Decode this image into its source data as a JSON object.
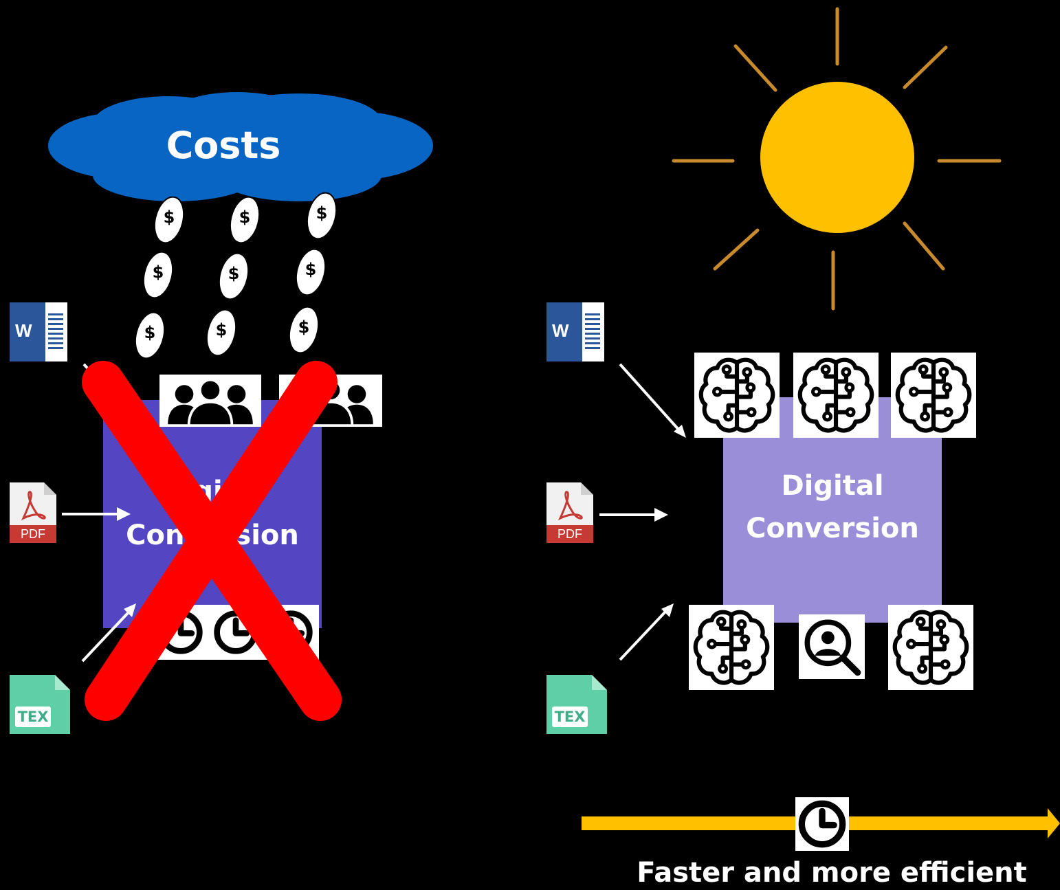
{
  "left_panel": {
    "cloud_label": "Costs",
    "coin_symbol": "$",
    "box_text_line1": "Digital",
    "box_text_line2": "Conversion",
    "box_color": "#5446c3",
    "cloud_color": "#0865c4",
    "cross_color": "#ff0000"
  },
  "right_panel": {
    "box_text_line1": "Digital",
    "box_text_line2": "Conversion",
    "box_color": "#9a8ed8",
    "sun_color": "#ffc000",
    "ray_color": "#c88a2a",
    "timeline_color": "#ffc000",
    "caption": "Faster and more efficient"
  },
  "file_icons": {
    "word_letter": "W",
    "pdf_label": "PDF",
    "tex_label": "TEX"
  }
}
